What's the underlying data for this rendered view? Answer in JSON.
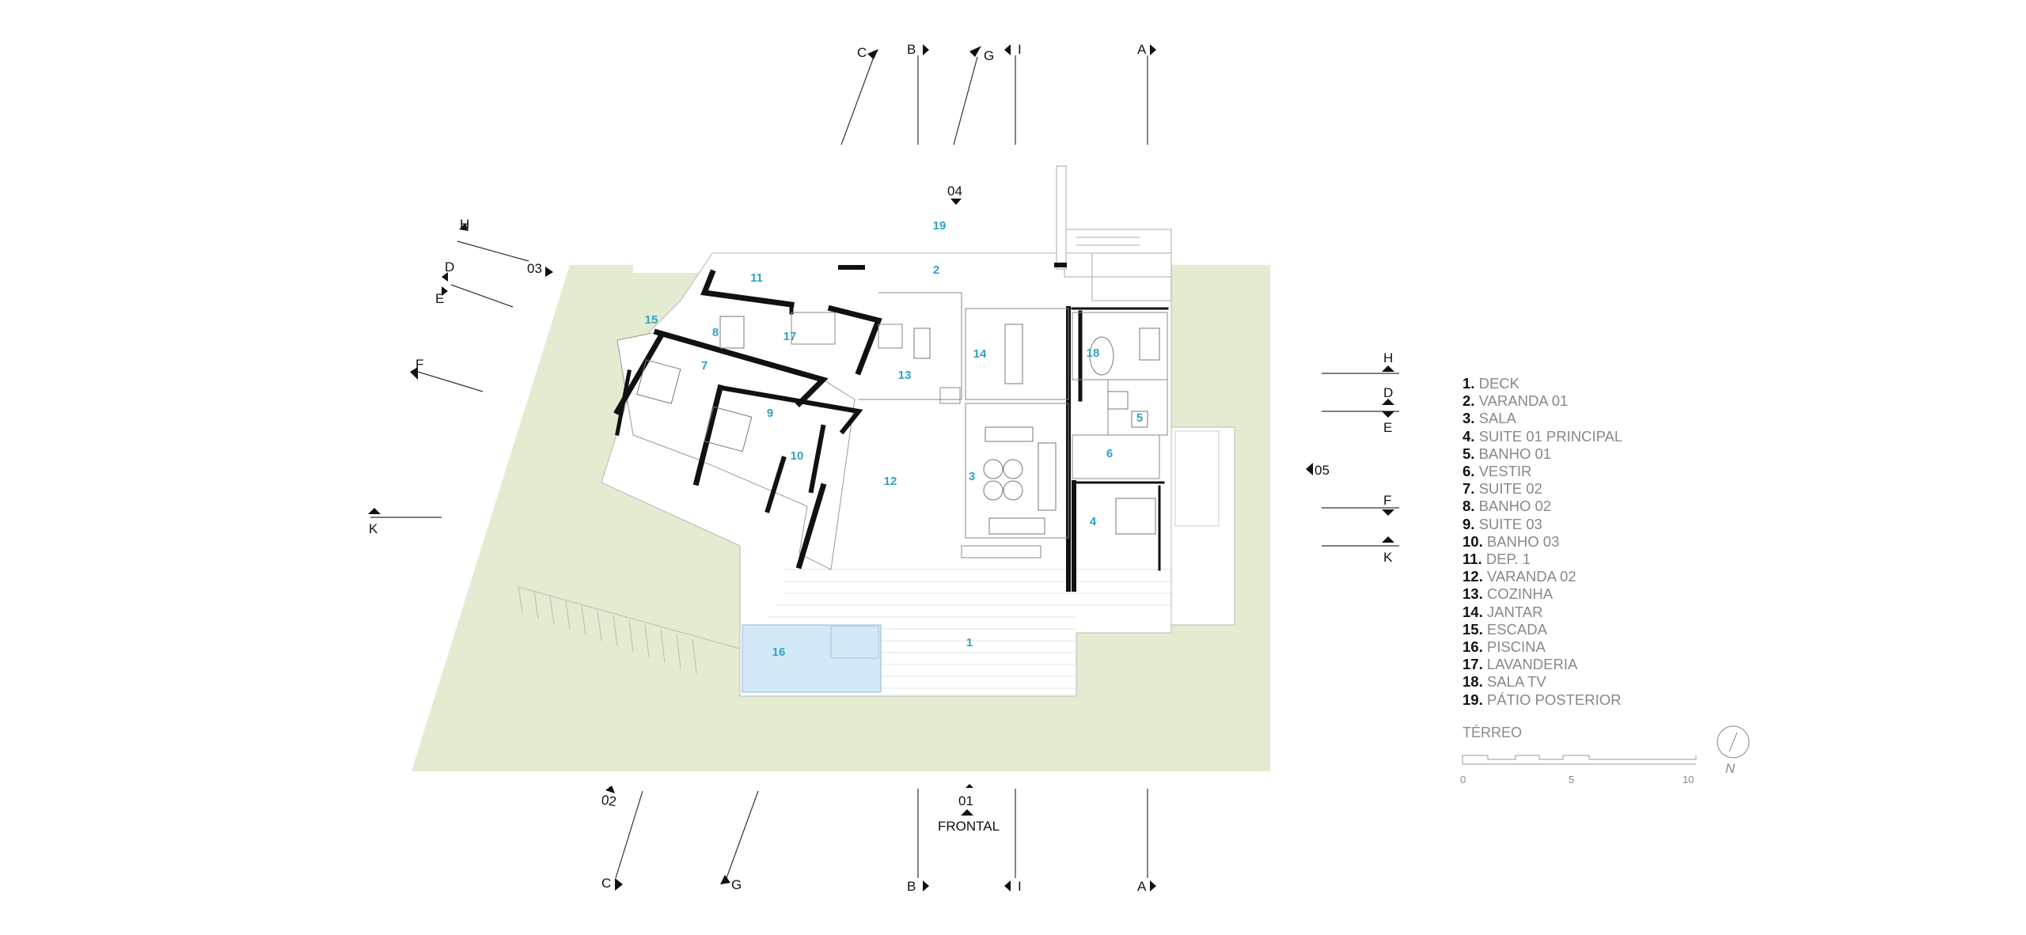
{
  "legend": [
    {
      "num": "1.",
      "name": "DECK"
    },
    {
      "num": "2.",
      "name": "VARANDA 01"
    },
    {
      "num": "3.",
      "name": "SALA"
    },
    {
      "num": "4.",
      "name": "SUITE 01 PRINCIPAL"
    },
    {
      "num": "5.",
      "name": "BANHO 01"
    },
    {
      "num": "6.",
      "name": "VESTIR"
    },
    {
      "num": "7.",
      "name": "SUITE 02"
    },
    {
      "num": "8.",
      "name": "BANHO 02"
    },
    {
      "num": "9.",
      "name": "SUITE 03"
    },
    {
      "num": "10.",
      "name": "BANHO 03"
    },
    {
      "num": "11.",
      "name": "DEP. 1"
    },
    {
      "num": "12.",
      "name": "VARANDA 02"
    },
    {
      "num": "13.",
      "name": "COZINHA"
    },
    {
      "num": "14.",
      "name": "JANTAR"
    },
    {
      "num": "15.",
      "name": "ESCADA"
    },
    {
      "num": "16.",
      "name": "PISCINA"
    },
    {
      "num": "17.",
      "name": "LAVANDERIA"
    },
    {
      "num": "18.",
      "name": "SALA TV"
    },
    {
      "num": "19.",
      "name": "PÁTIO POSTERIOR"
    }
  ],
  "level_title": "TÉRREO",
  "scale_bar": {
    "ticks": [
      "0",
      "5",
      "10"
    ]
  },
  "north_label": "N",
  "frontal_label": "FRONTAL",
  "elevation_markers": {
    "e01": "01",
    "e02": "02",
    "e03": "03",
    "e04": "04",
    "e05": "05"
  },
  "section_markers": {
    "A": "A",
    "B": "B",
    "C": "C",
    "D": "D",
    "E": "E",
    "F": "F",
    "G": "G",
    "H": "H",
    "I": "I",
    "K": "K"
  },
  "room_numbers": {
    "r1": "1",
    "r2": "2",
    "r3": "3",
    "r4": "4",
    "r5": "5",
    "r6": "6",
    "r7": "7",
    "r8": "8",
    "r9": "9",
    "r10": "10",
    "r11": "11",
    "r12": "12",
    "r13": "13",
    "r14": "14",
    "r15": "15",
    "r16": "16",
    "r17": "17",
    "r18": "18",
    "r19": "19"
  },
  "colors": {
    "lawn": "#e3ebd0",
    "room_number": "#2fa3c4",
    "pool": "#d4e9f7",
    "wall": "#111111"
  }
}
